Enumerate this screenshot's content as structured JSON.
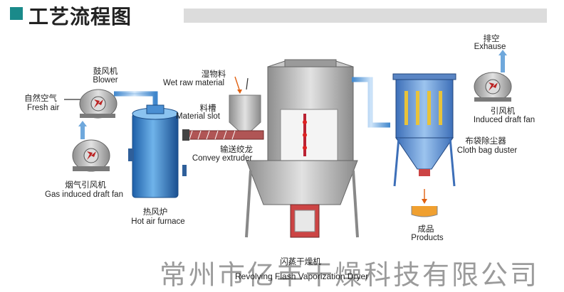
{
  "header": {
    "title": "工艺流程图"
  },
  "labels": {
    "blower_cn": "鼓风机",
    "blower_en": "Blower",
    "fresh_air_cn": "自然空气",
    "fresh_air_en": "Fresh air",
    "wet_raw_cn": "湿物料",
    "wet_raw_en": "Wet raw material",
    "slot_cn": "料槽",
    "slot_en": "Material slot",
    "convey_cn": "输送绞龙",
    "convey_en": "Convey extruder",
    "gas_fan_cn": "烟气引风机",
    "gas_fan_en": "Gas induced draft fan",
    "furnace_cn": "热风炉",
    "furnace_en": "Hot air furnace",
    "dryer_cn": "闪蒸干燥机",
    "dryer_en": "Revolving Flash Vaporization Dryer",
    "exhaust_cn": "排空",
    "exhaust_en": "Exhause",
    "draft_fan_cn": "引风机",
    "draft_fan_en": "Induced draft fan",
    "duster_cn": "布袋除尘器",
    "duster_en": "Cloth bag duster",
    "products_cn": "成品",
    "products_en": "Products"
  },
  "watermark": {
    "company": "常州市亿丰干燥科技有限公司"
  },
  "colors": {
    "accent": "#1a8a8a",
    "pipe": "#6fa8dc",
    "tank": "#2e7bc4",
    "metal": "#b8b8b8",
    "arrow": "#e06010"
  }
}
